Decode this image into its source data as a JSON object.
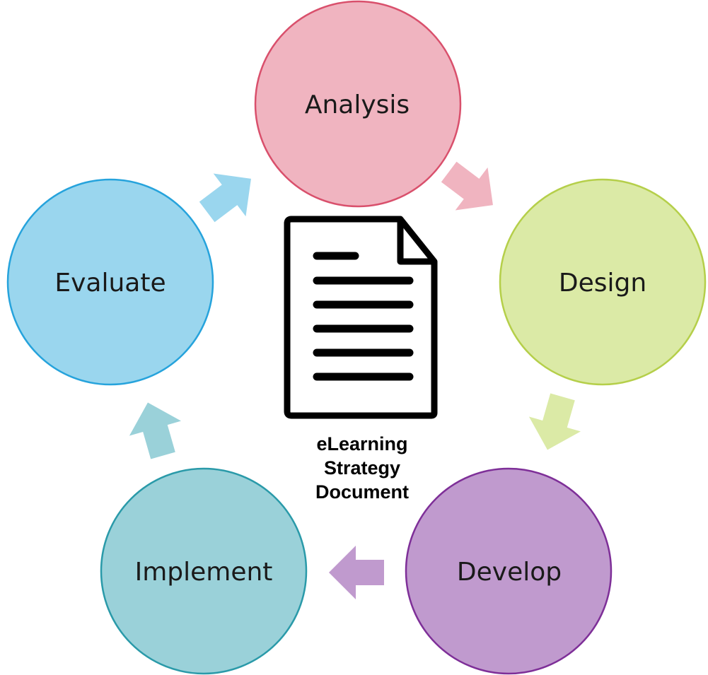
{
  "diagram": {
    "stages": [
      {
        "label": "Analysis",
        "fill": "#f0b4c0",
        "stroke": "#d9506c"
      },
      {
        "label": "Design",
        "fill": "#dbeaa6",
        "stroke": "#b5cf4a"
      },
      {
        "label": "Develop",
        "fill": "#c09ace",
        "stroke": "#7e2f98"
      },
      {
        "label": "Implement",
        "fill": "#9ad1d9",
        "stroke": "#2a9aa9"
      },
      {
        "label": "Evaluate",
        "fill": "#9ad6ee",
        "stroke": "#26a3dc"
      }
    ],
    "arrows": [
      {
        "from": "Analysis",
        "to": "Design",
        "color": "#f0b4c0"
      },
      {
        "from": "Design",
        "to": "Develop",
        "color": "#dbeaa6"
      },
      {
        "from": "Develop",
        "to": "Implement",
        "color": "#c09ace"
      },
      {
        "from": "Implement",
        "to": "Evaluate",
        "color": "#9ad1d9"
      },
      {
        "from": "Evaluate",
        "to": "Analysis",
        "color": "#9ad6ee"
      }
    ],
    "center": {
      "icon": "document-icon",
      "caption_line1": "eLearning",
      "caption_line2": "Strategy",
      "caption_line3": "Document"
    }
  }
}
